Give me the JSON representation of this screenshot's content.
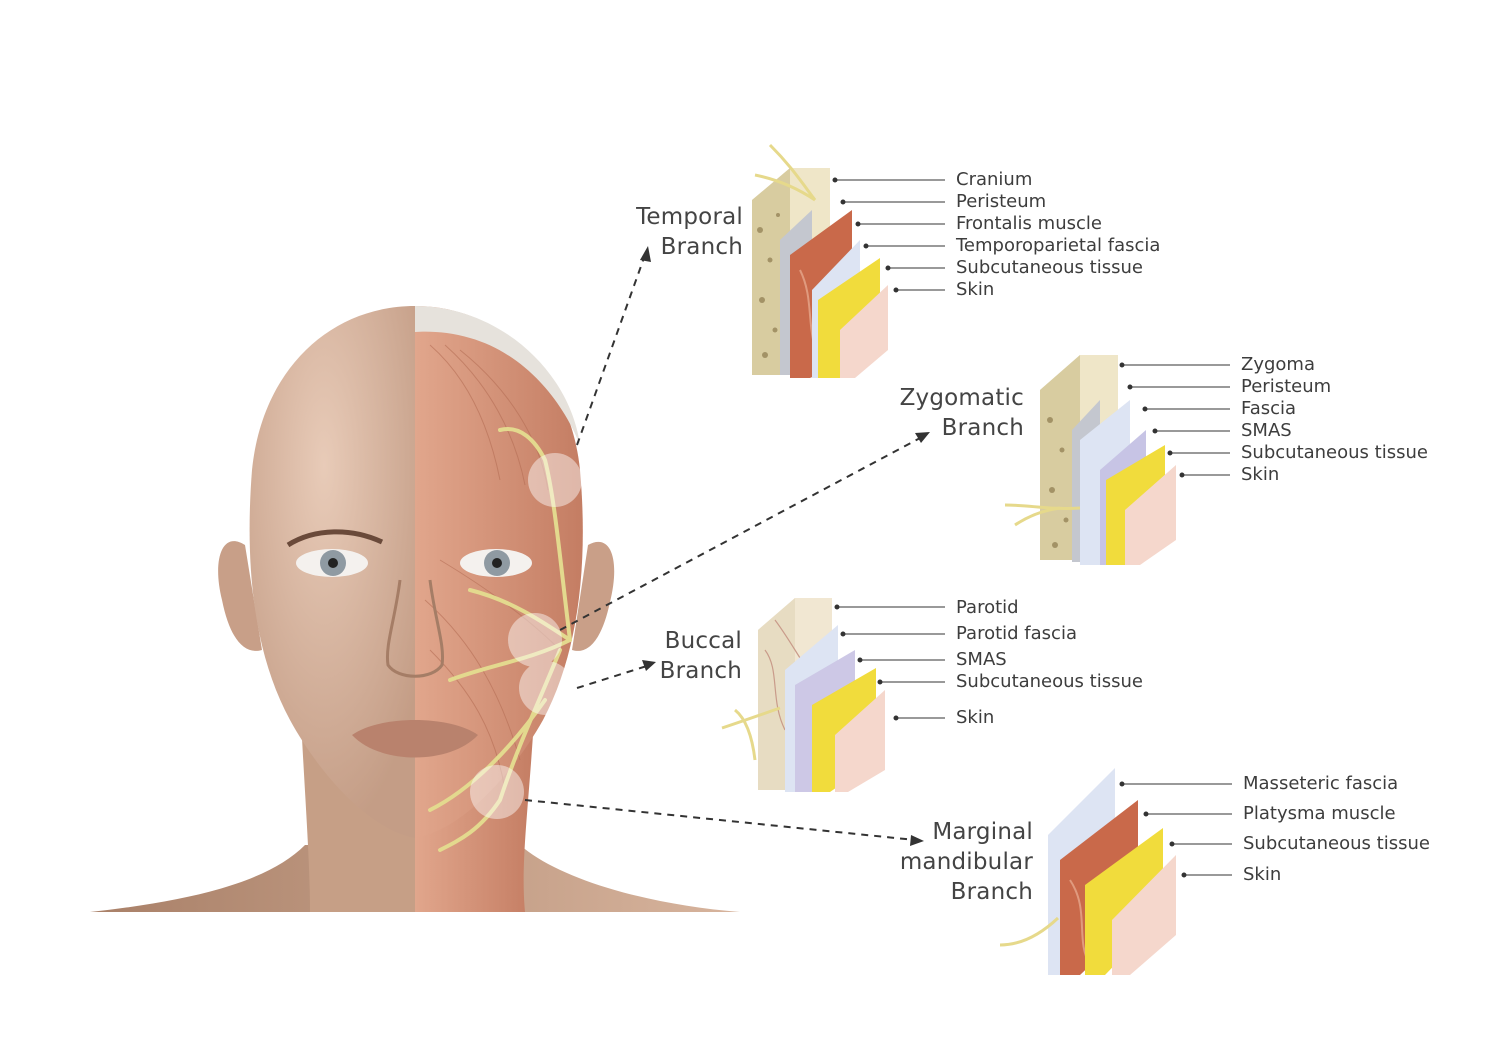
{
  "colors": {
    "skin": "#d9b59e",
    "muscle": "#c98469",
    "nerve": "#ddd48a",
    "bone": "#efe6c8",
    "fascia": "#dfe6f5",
    "fat": "#f3df3e",
    "dermis": "#f6d9cf"
  },
  "icons": [
    "head-illustration",
    "dashed-arrow",
    "tissue-block"
  ],
  "branches": [
    {
      "id": "temporal",
      "name": [
        "Temporal",
        "Branch"
      ],
      "layers": [
        "Cranium",
        "Peristeum",
        "Frontalis muscle",
        "Temporoparietal fascia",
        "Subcutaneous tissue",
        "Skin"
      ]
    },
    {
      "id": "zygomatic",
      "name": [
        "Zygomatic",
        "Branch"
      ],
      "layers": [
        "Zygoma",
        "Peristeum",
        "Fascia",
        "SMAS",
        "Subcutaneous tissue",
        "Skin"
      ]
    },
    {
      "id": "buccal",
      "name": [
        "Buccal",
        "Branch"
      ],
      "layers": [
        "Parotid",
        "Parotid fascia",
        "SMAS",
        "Subcutaneous tissue",
        "Skin"
      ]
    },
    {
      "id": "marginal-mandibular",
      "name": [
        "Marginal",
        "mandibular",
        "Branch"
      ],
      "layers": [
        "Masseteric fascia",
        "Platysma muscle",
        "Subcutaneous tissue",
        "Skin"
      ]
    }
  ]
}
